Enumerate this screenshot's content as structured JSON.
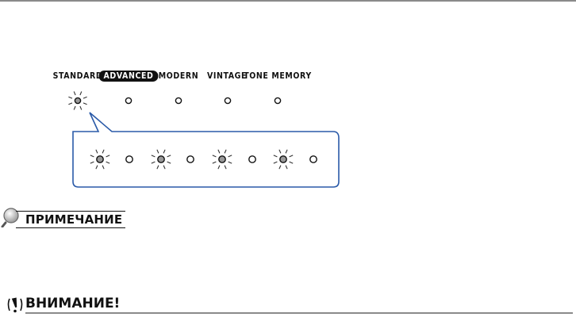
{
  "modes": [
    {
      "label": "STANDARD",
      "active": false
    },
    {
      "label": "ADVANCED",
      "active": true
    },
    {
      "label": "MODERN",
      "active": false
    },
    {
      "label": "VINTAGE",
      "active": false
    },
    {
      "label": "TONE MEMORY",
      "active": false
    }
  ],
  "indicator_states": [
    "blinking",
    "off",
    "off",
    "off",
    "off"
  ],
  "blink_sequence": [
    "blinking",
    "off",
    "blinking",
    "off",
    "blinking",
    "off",
    "blinking",
    "off"
  ],
  "colors": {
    "callout": "#2a5aa8",
    "lamp_lit": "#999999",
    "lamp_off": "#ffffff",
    "ink": "#111111"
  },
  "note": {
    "title": "ПРИМЕЧАНИЕ",
    "icon": "magnifier-icon"
  },
  "warning": {
    "title": "ВНИМАНИЕ!",
    "icon": "exclamation-icon"
  }
}
